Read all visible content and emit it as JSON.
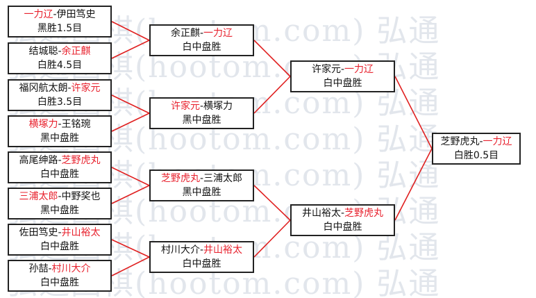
{
  "watermark": "弘通围棋(hootom.com) 弘通",
  "colors": {
    "winner": "#e8222e",
    "line": "#e02020",
    "text": "#111111"
  },
  "round1": [
    {
      "p1": "一力辽",
      "p2": "伊田笃史",
      "winner": 1,
      "result": "黑胜1.5目"
    },
    {
      "p1": "结城聪",
      "p2": "余正麒",
      "winner": 2,
      "result": "白胜4.5目"
    },
    {
      "p1": "福冈航太朗",
      "p2": "许家元",
      "winner": 2,
      "result": "白胜3.5目"
    },
    {
      "p1": "横塚力",
      "p2": "王铭琬",
      "winner": 1,
      "result": "黑中盘胜"
    },
    {
      "p1": "高尾绅路",
      "p2": "芝野虎丸",
      "winner": 2,
      "result": "白中盘胜"
    },
    {
      "p1": "三浦太郎",
      "p2": "中野奖也",
      "winner": 1,
      "result": "黑中盘胜"
    },
    {
      "p1": "佐田笃史",
      "p2": "井山裕太",
      "winner": 2,
      "result": "白中盘胜"
    },
    {
      "p1": "孙喆",
      "p2": "村川大介",
      "winner": 2,
      "result": "白中盘胜"
    }
  ],
  "round2": [
    {
      "p1": "余正麒",
      "p2": "一力辽",
      "winner": 2,
      "result": "白中盘胜"
    },
    {
      "p1": "许家元",
      "p2": "横塚力",
      "winner": 1,
      "result": "黑中盘胜"
    },
    {
      "p1": "芝野虎丸",
      "p2": "三浦太郎",
      "winner": 1,
      "result": "黑中盘胜"
    },
    {
      "p1": "村川大介",
      "p2": "井山裕太",
      "winner": 2,
      "result": "白中盘胜"
    }
  ],
  "round3": [
    {
      "p1": "许家元",
      "p2": "一力辽",
      "winner": 2,
      "result": "白中盘胜"
    },
    {
      "p1": "井山裕太",
      "p2": "芝野虎丸",
      "winner": 2,
      "result": "白中盘胜"
    }
  ],
  "final": [
    {
      "p1": "芝野虎丸",
      "p2": "一力辽",
      "winner": 2,
      "result": "白胜0.5目"
    }
  ]
}
